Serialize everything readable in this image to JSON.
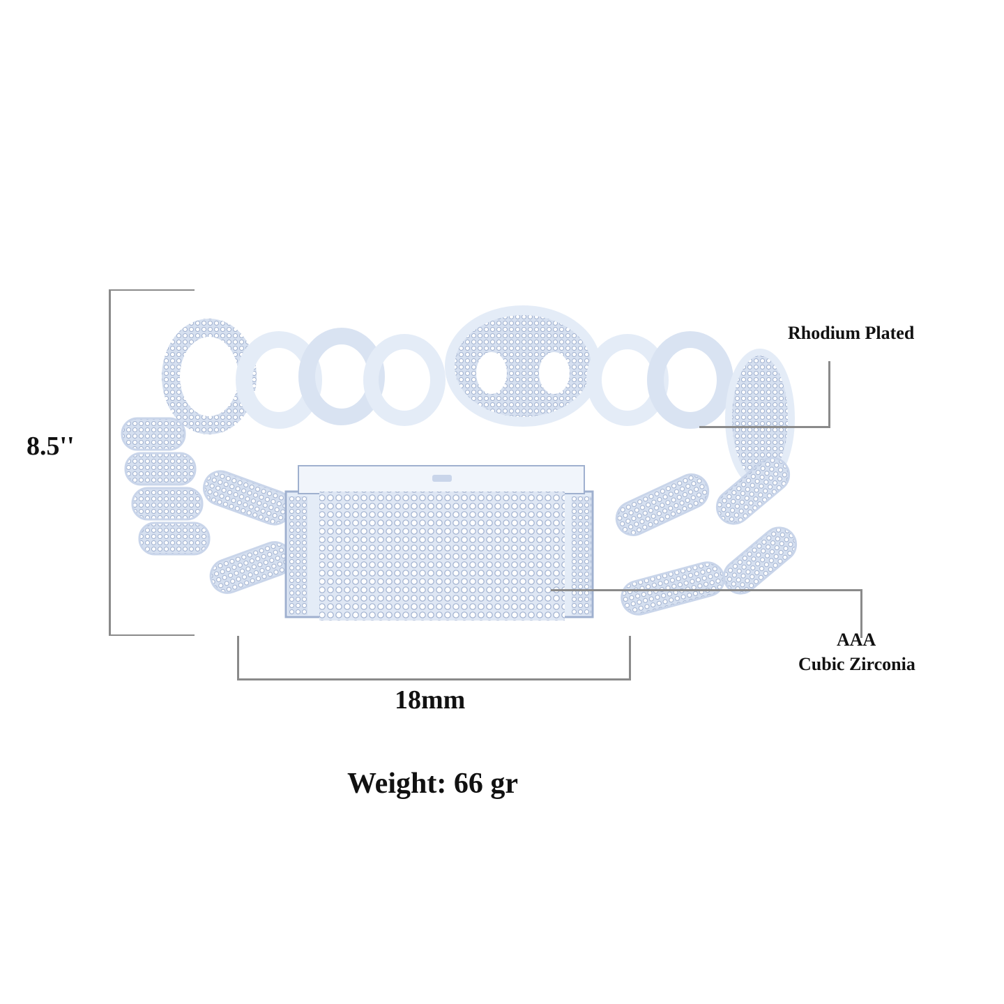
{
  "annotations": {
    "length": "8.5''",
    "width": "18mm",
    "weight": "Weight: 66 gr",
    "plating": "Rhodium Plated",
    "stone_grade": "AAA",
    "stone_type": "Cubic Zirconia"
  },
  "colors": {
    "dimension_line": "#8a8a8a",
    "metal": "#e4ecf7",
    "metal_shadow": "#9fb0cf",
    "text": "#111111"
  }
}
